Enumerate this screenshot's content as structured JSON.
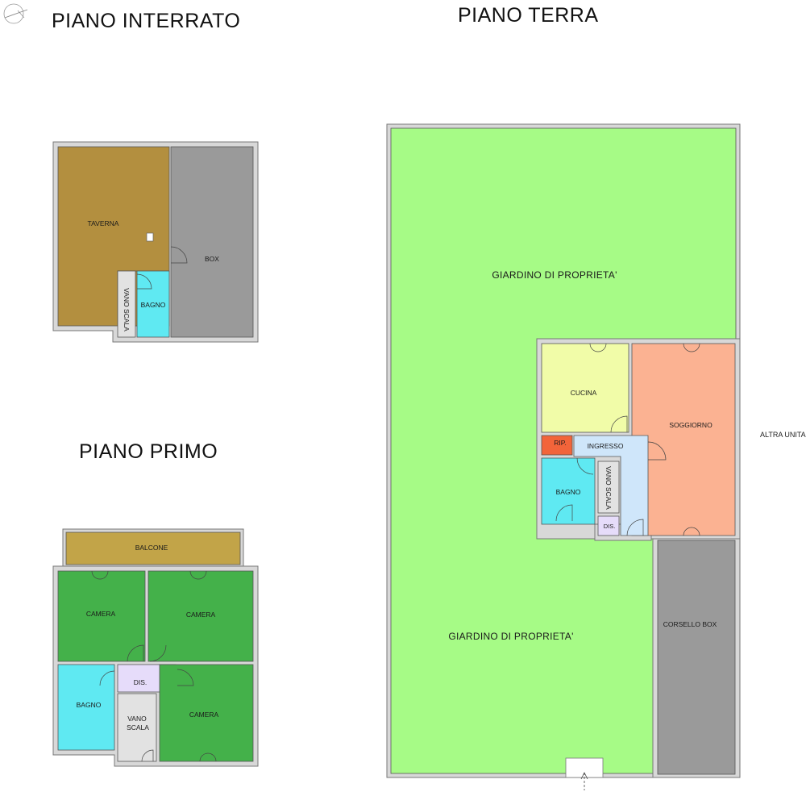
{
  "floors": {
    "basement": {
      "title": "PIANO INTERRATO",
      "rooms": {
        "taverna": "TAVERNA",
        "box": "BOX",
        "vano_scala": "VANO SCALA",
        "bagno": "BAGNO"
      }
    },
    "ground": {
      "title": "PIANO TERRA",
      "rooms": {
        "giardino_top": "GIARDINO DI PROPRIETA'",
        "giardino_bottom": "GIARDINO DI PROPRIETA'",
        "cucina": "CUCINA",
        "soggiorno": "SOGGIORNO",
        "rip": "RIP.",
        "ingresso": "INGRESSO",
        "bagno": "BAGNO",
        "vano_scala": "VANO SCALA",
        "dis": "DIS.",
        "corsello_box": "CORSELLO BOX"
      },
      "neighbor_label": "ALTRA UNITA'"
    },
    "first": {
      "title": "PIANO PRIMO",
      "rooms": {
        "balcone": "BALCONE",
        "camera_1": "CAMERA",
        "camera_2": "CAMERA",
        "camera_3": "CAMERA",
        "bagno": "BAGNO",
        "dis": "DIS.",
        "vano_scala_line1": "VANO",
        "vano_scala_line2": "SCALA"
      }
    }
  },
  "colors": {
    "taverna": "#b38f3f",
    "box": "#9a9a9a",
    "bagno": "#5fe9f2",
    "vano_scala": "#e2e2e2",
    "giardino": "#a6fb86",
    "cucina": "#f1fca8",
    "soggiorno": "#fbb292",
    "rip": "#f2643a",
    "ingresso": "#cfe6fa",
    "dis": "#e6dcfa",
    "corsello": "#9a9a9a",
    "balcone": "#c2a448",
    "camera": "#44b14a",
    "wall": "#d8d8d8"
  },
  "icons": {
    "compass": "north-arrow-icon",
    "entrance": "entrance-arrow-icon"
  }
}
